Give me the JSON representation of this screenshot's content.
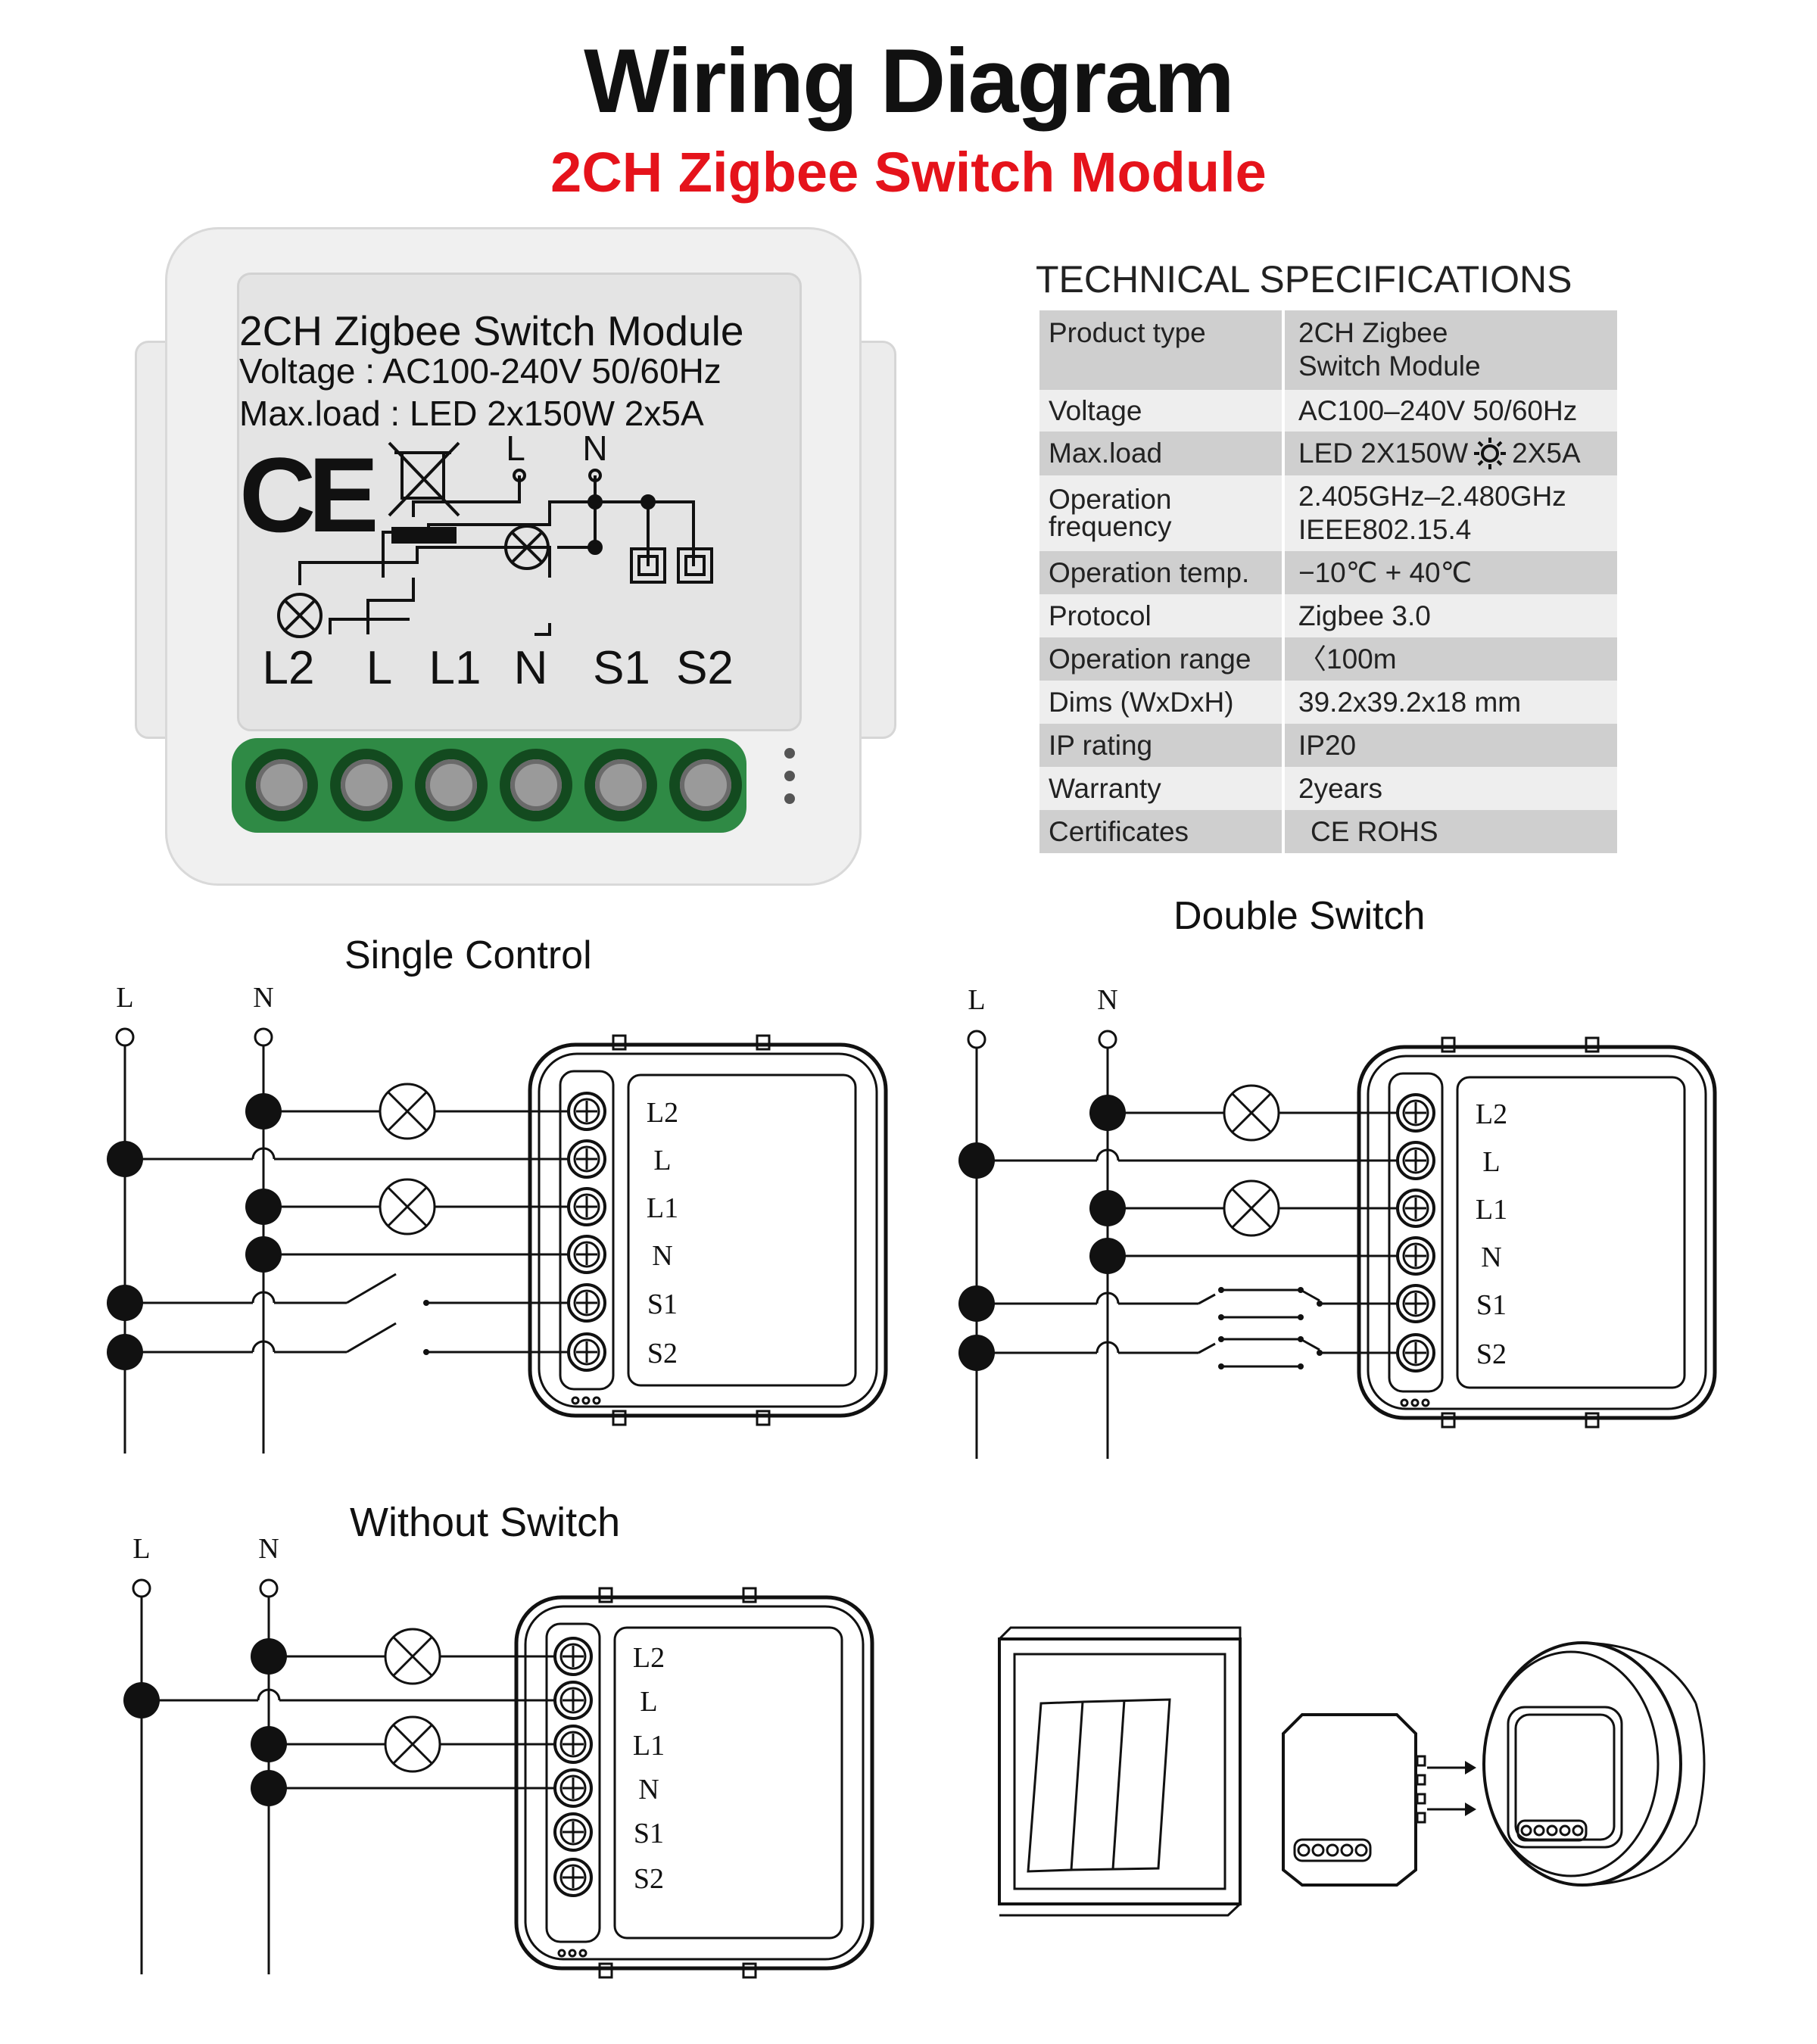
{
  "header": {
    "title": "Wiring Diagram",
    "subtitle": "2CH Zigbee Switch Module"
  },
  "product_label": {
    "name": "2CH Zigbee Switch Module",
    "voltage": "Voltage : AC100-240V 50/60Hz",
    "max_load": "Max.load : LED 2x150W  2x5A",
    "ce_mark": "CE",
    "input_terminals": [
      "L",
      "N"
    ],
    "terminals": [
      "L2",
      "L",
      "L1",
      "N",
      "S1",
      "S2"
    ]
  },
  "specifications": {
    "heading": "TECHNICAL SPECIFICATIONS",
    "rows": [
      {
        "key": "Product type",
        "value": "2CH Zigbee\nSwitch Module"
      },
      {
        "key": "Voltage",
        "value": "AC100–240V 50/60Hz"
      },
      {
        "key": "Max.load",
        "value_before_icon": "LED 2X150W",
        "value_after_icon": "2X5A",
        "icon": "sun-icon"
      },
      {
        "key": "Operation\nfrequency",
        "value": "2.405GHz–2.480GHz\nIEEE802.15.4"
      },
      {
        "key": "Operation temp.",
        "value": "−10℃ + 40℃"
      },
      {
        "key": "Protocol",
        "value": "Zigbee  3.0"
      },
      {
        "key": "Operation range",
        "value": "〈100m"
      },
      {
        "key": "Dims (WxDxH)",
        "value": "39.2x39.2x18 mm"
      },
      {
        "key": "IP rating",
        "value": "IP20"
      },
      {
        "key": "Warranty",
        "value": "2years"
      },
      {
        "key": "Certificates",
        "value": "CE ROHS"
      }
    ]
  },
  "diagrams": {
    "single_control": {
      "title": "Single Control"
    },
    "double_switch": {
      "title": "Double Switch"
    },
    "without_switch": {
      "title": "Without Switch"
    },
    "line_labels": [
      "L",
      "N"
    ],
    "terminal_labels": [
      "L2",
      "L",
      "L1",
      "N",
      "S1",
      "S2"
    ]
  },
  "colors": {
    "title": "#000000",
    "subtitle": "#e5131b",
    "terminal_green": "#2f8a45",
    "table_dark": "#cfcfcf",
    "table_light": "#eeeeee"
  }
}
